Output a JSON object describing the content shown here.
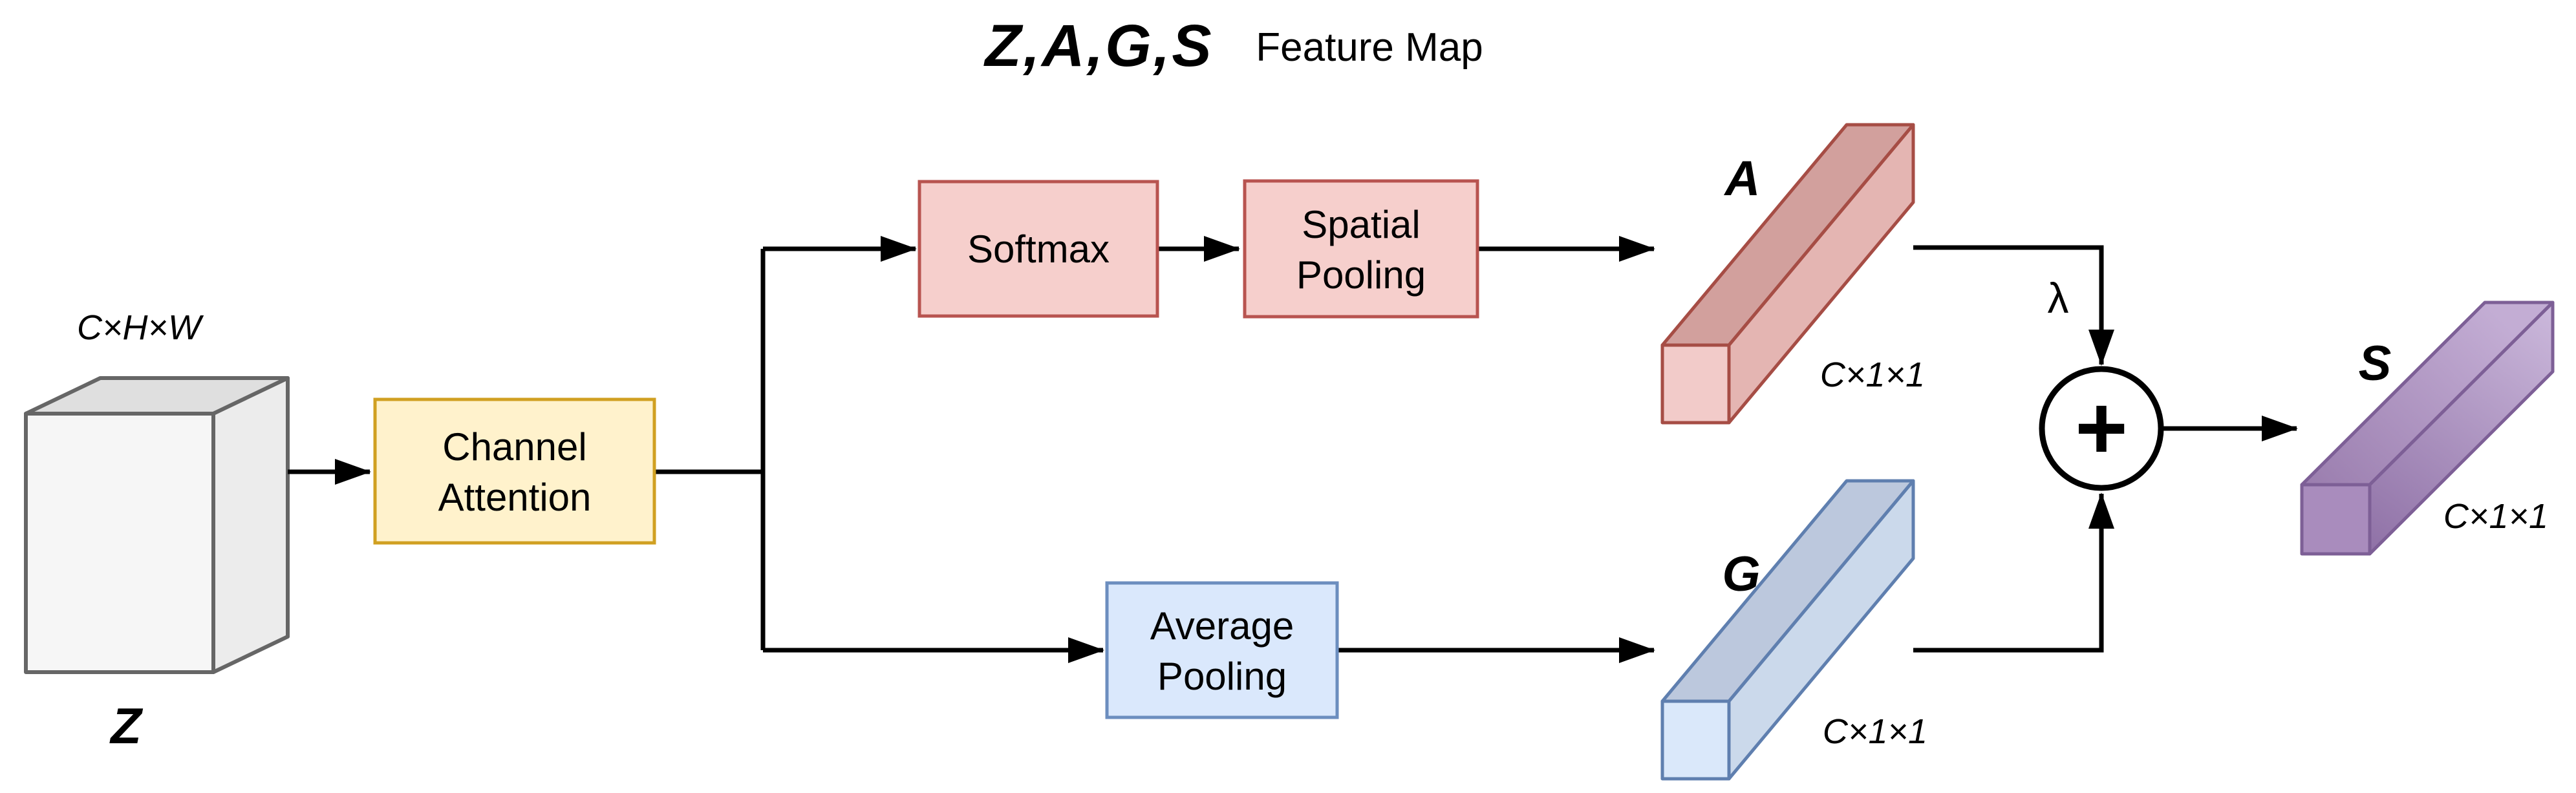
{
  "legend": {
    "symbols": "Z,A,G,S",
    "label": "Feature Map"
  },
  "input": {
    "name": "Z",
    "dims": "C×H×W"
  },
  "blocks": {
    "channel_attention": {
      "line1": "Channel",
      "line2": "Attention"
    },
    "softmax": {
      "label": "Softmax"
    },
    "spatial_pooling": {
      "line1": "Spatial",
      "line2": "Pooling"
    },
    "average_pooling": {
      "line1": "Average",
      "line2": "Pooling"
    }
  },
  "vectors": {
    "a": {
      "name": "A",
      "dims": "C×1×1"
    },
    "g": {
      "name": "G",
      "dims": "C×1×1"
    },
    "s": {
      "name": "S",
      "dims": "C×1×1"
    }
  },
  "operators": {
    "sum": "+",
    "lambda": "λ"
  },
  "colors": {
    "connector": "#000000",
    "cube": {
      "front": "#F6F6F6",
      "top": "#DFDFDF",
      "side": "#ECECEC",
      "stroke": "#666666"
    },
    "channel_attention": {
      "fill": "#FFF2CC",
      "stroke": "#D0A021"
    },
    "red_box": {
      "fill": "#F6CFCC",
      "stroke": "#B85450"
    },
    "blue_box": {
      "fill": "#DAE8FC",
      "stroke": "#6C8EBF"
    },
    "a_bar": {
      "top": "#D2A09D",
      "side": "#E4B5B2",
      "cap": "#F2CBC9",
      "stroke": "#A64D45"
    },
    "g_bar": {
      "top": "#BCC8DD",
      "side": "#CBD9EB",
      "cap": "#DAE8FA",
      "stroke": "#5F7FAF"
    },
    "s_bar": {
      "stroke": "#7D5F96",
      "cap": "#A98CBD",
      "side_dark": "#8F71A6",
      "side_light": "#CCB9DC",
      "top_dark": "#9A7DAE",
      "top_light": "#C3ADD4"
    },
    "sum_node": {
      "fill": "#FFFFFF",
      "stroke": "#000000"
    }
  }
}
